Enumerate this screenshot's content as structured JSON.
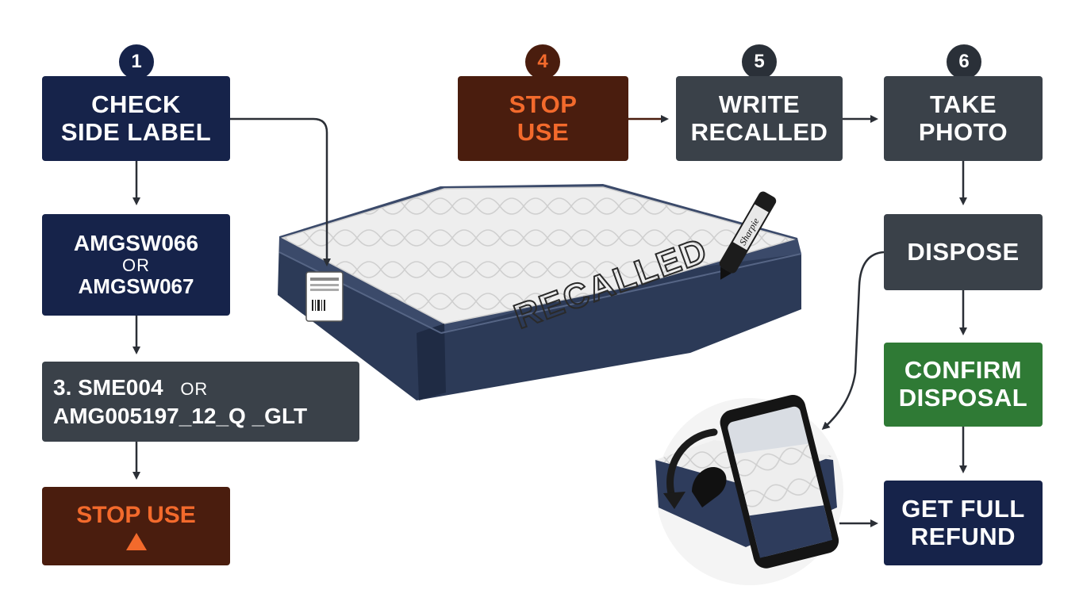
{
  "steps": {
    "step1": {
      "number": "1",
      "line1": "CHECK",
      "line2": "SIDE LABEL"
    },
    "model": {
      "line1": "AMGSW066",
      "or": "OR",
      "line2": "AMGSW067"
    },
    "step3": {
      "line1": "3. SME004",
      "or": "OR",
      "line2": "AMG005197_12_Q _GLT"
    },
    "stop_left": {
      "label": "STOP USE"
    },
    "step4": {
      "number": "4",
      "line1": "STOP",
      "line2": "USE"
    },
    "step5": {
      "number": "5",
      "line1": "WRITE",
      "line2": "RECALLED"
    },
    "step6": {
      "number": "6",
      "line1": "TAKE",
      "line2": "PHOTO"
    },
    "dispose": {
      "label": "DISPOSE"
    },
    "confirm": {
      "line1": "CONFIRM",
      "line2": "DISPOSAL"
    },
    "refund": {
      "line1": "GET FULL",
      "line2": "REFUND"
    }
  },
  "illustration": {
    "mattress_text": "RECALLED",
    "marker_brand": "Sharpie"
  },
  "colors": {
    "navy": "#16234a",
    "slate": "#3a4149",
    "brown": "#4a1d0e",
    "orange": "#f36a2c",
    "green": "#2f7a35"
  }
}
